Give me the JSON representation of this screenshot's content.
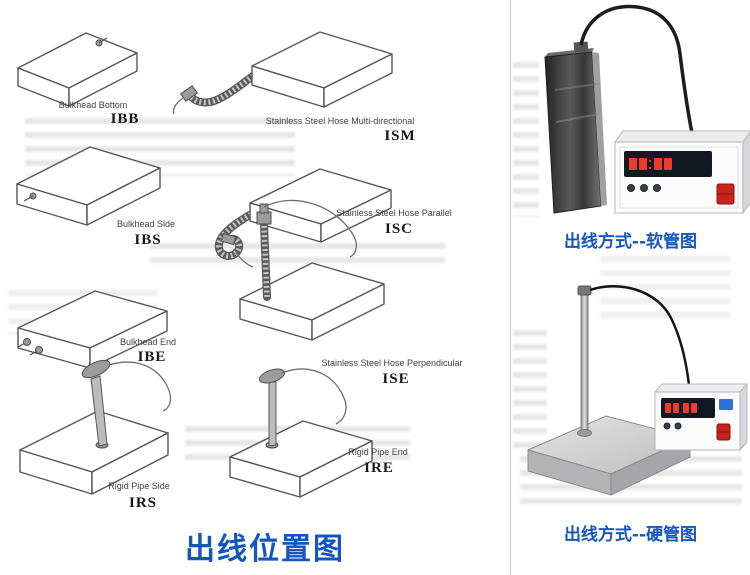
{
  "diagram": {
    "title": "出线位置图",
    "items": [
      {
        "code": "IBB",
        "label": "Bulkhead Bottom"
      },
      {
        "code": "ISM",
        "label": "Stainless Steel Hose Multi-directional"
      },
      {
        "code": "IBS",
        "label": "Bulkhead Side"
      },
      {
        "code": "ISC",
        "label": "Stainless Steel Hose Parallel"
      },
      {
        "code": "IBE",
        "label": "Bulkhead End"
      },
      {
        "code": "ISE",
        "label": "Stainless Steel Hose Perpendicular"
      },
      {
        "code": "IRS",
        "label": "Rigid Pipe Side"
      },
      {
        "code": "IRE",
        "label": "Rigid Pipe End"
      }
    ]
  },
  "photos": {
    "flexible_hose": {
      "caption": "出线方式--软管图"
    },
    "rigid_pipe": {
      "caption": "出线方式--硬管图"
    }
  },
  "colors": {
    "caption_blue": "#1456c0",
    "diagram_line": "#565656",
    "switch_red": "#c8231c",
    "display_red": "#ef3b2d"
  }
}
